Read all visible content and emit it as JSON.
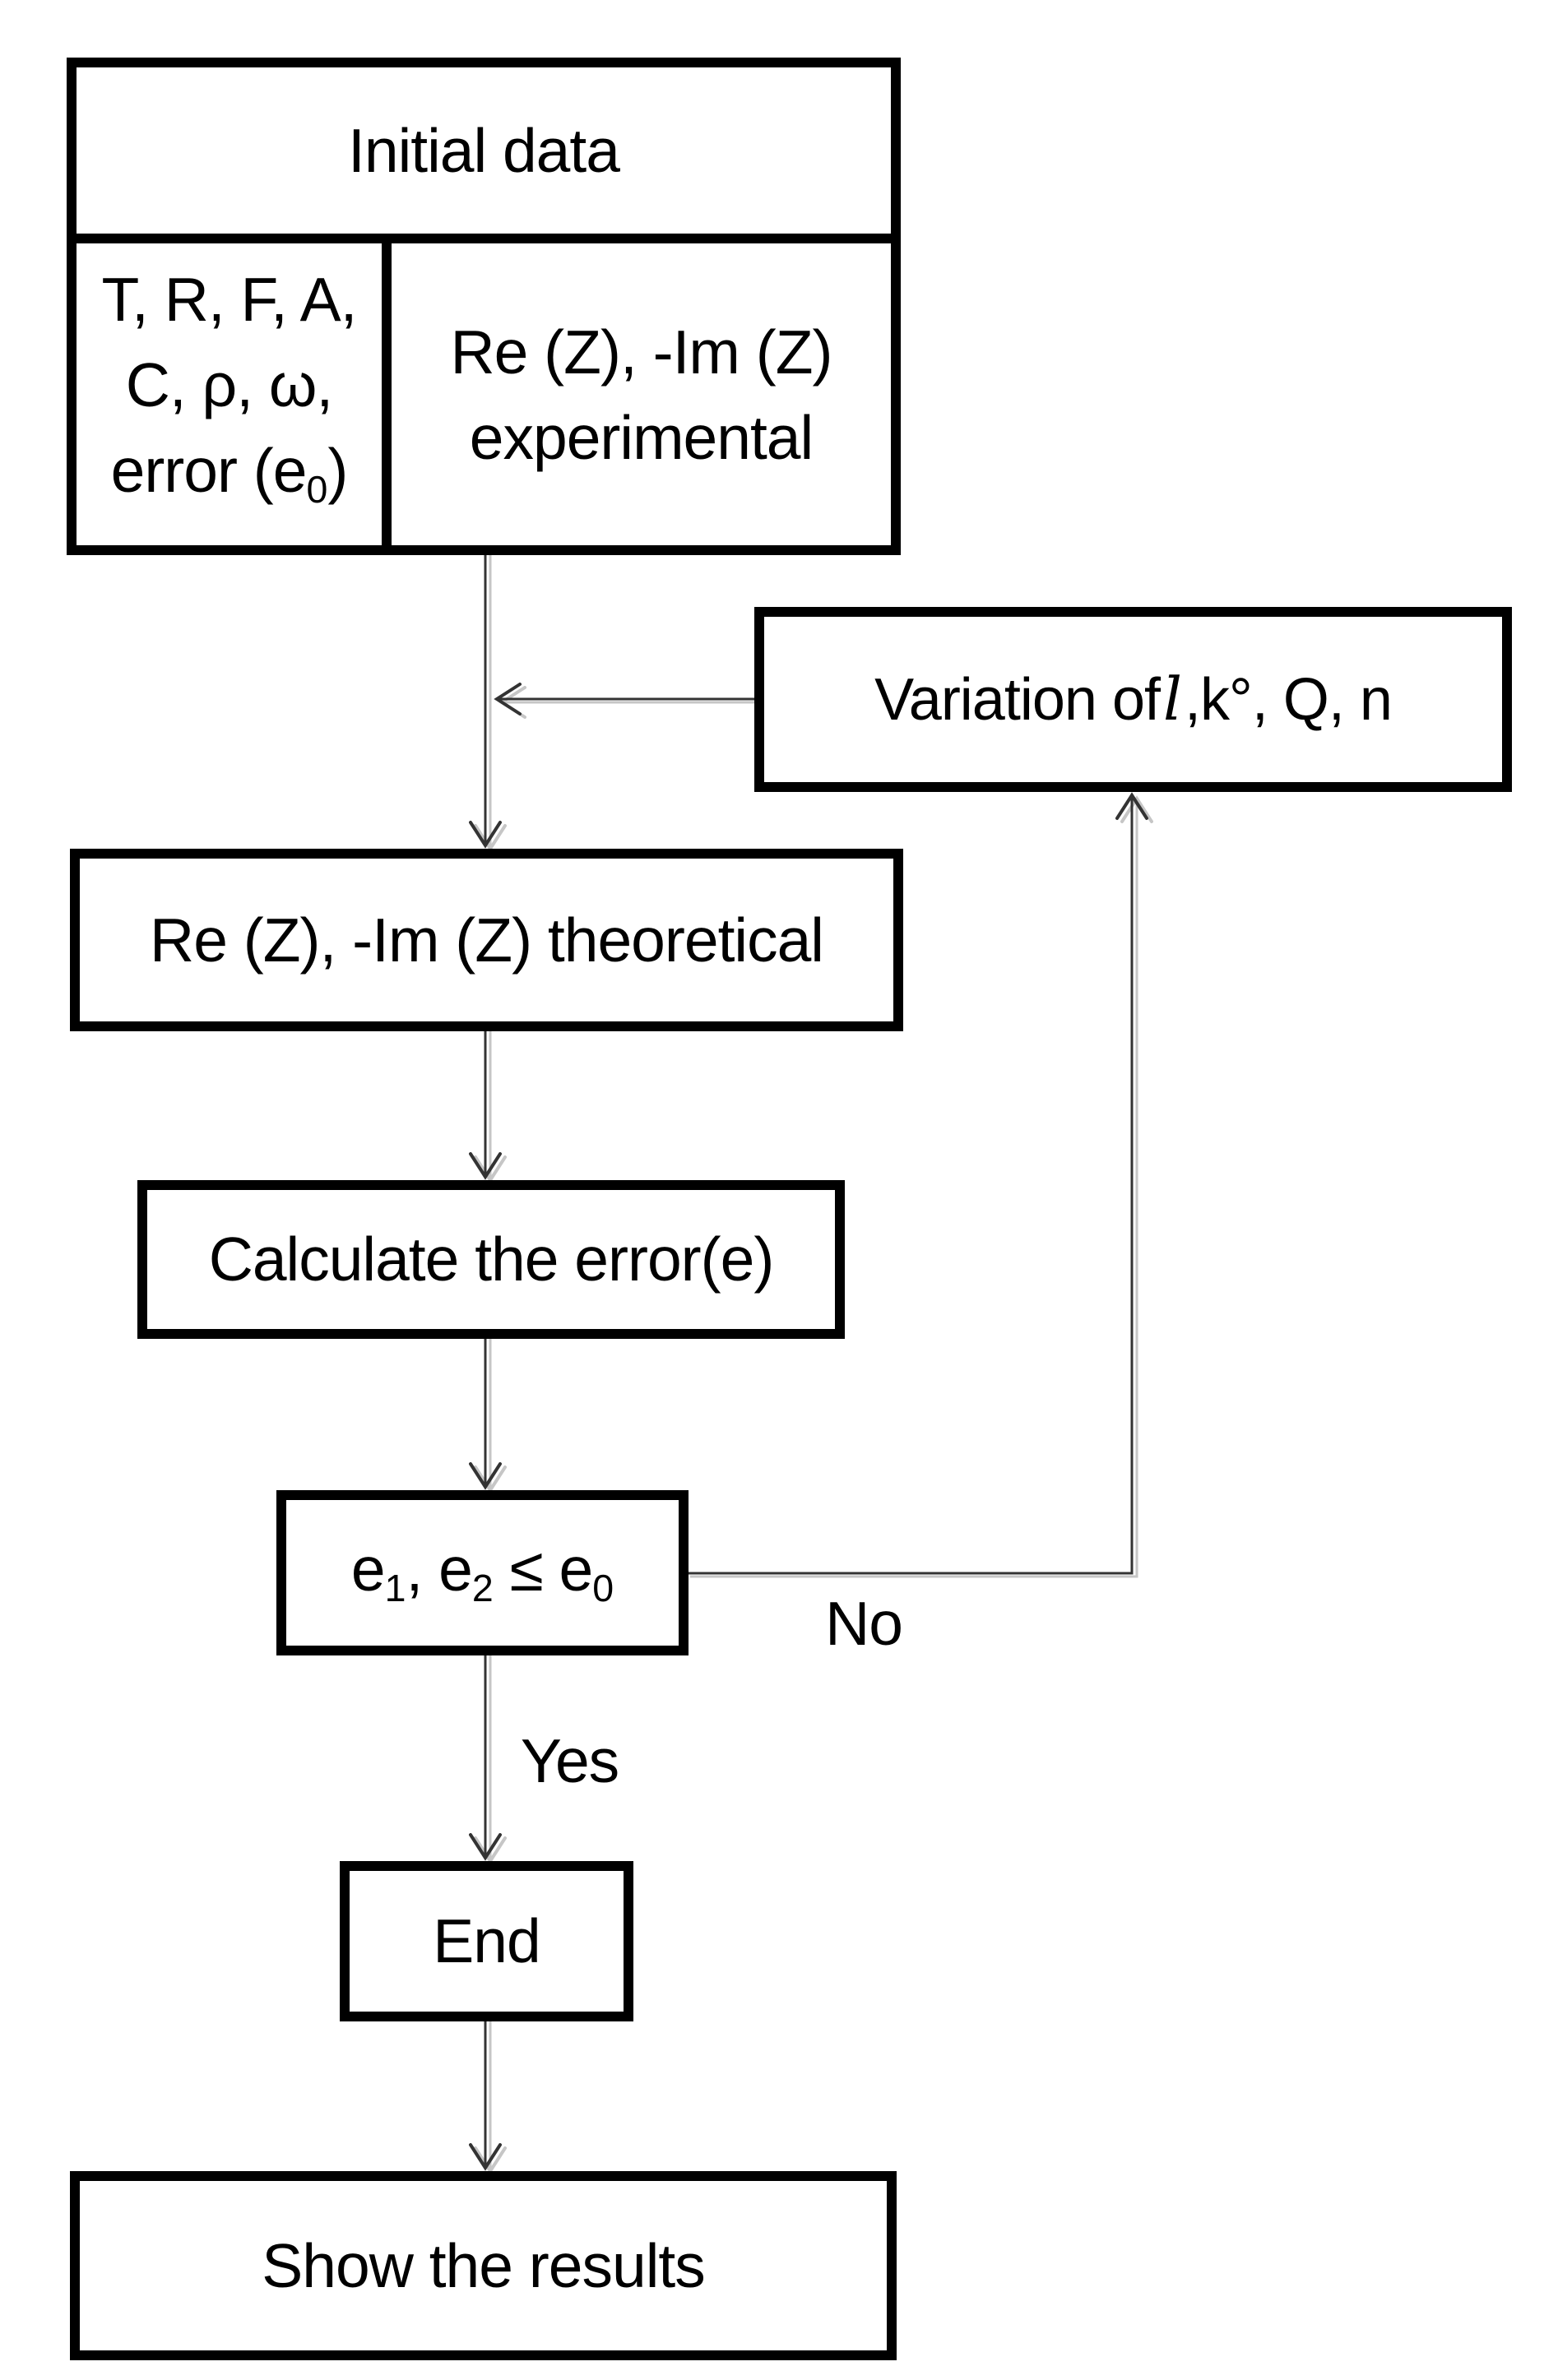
{
  "diagram": {
    "background_color": "#ffffff",
    "box_border_color": "#000000",
    "text_color": "#000000",
    "connector_color": "#333333",
    "connector_shadow_color": "#c6c6c6",
    "nodes": {
      "initial": {
        "header": "Initial data",
        "left_cell_lines": [
          [
            {
              "t": "T, R, F, A,"
            }
          ],
          [
            {
              "t": "C, ρ, ω,"
            }
          ],
          [
            {
              "t": "error (e"
            },
            {
              "t": "0",
              "s": "sub"
            },
            {
              "t": ")"
            }
          ]
        ],
        "right_cell_lines": [
          [
            {
              "t": "Re (Z), -Im (Z)"
            }
          ],
          [
            {
              "t": "experimental"
            }
          ]
        ]
      },
      "variation": {
        "segments": [
          {
            "t": "Variation of"
          },
          {
            "t": "l",
            "s": "math"
          },
          {
            "t": ",k°, Q, n"
          }
        ]
      },
      "theoretical": {
        "label": "Re (Z), -Im (Z) theoretical"
      },
      "calculate": {
        "label": "Calculate the error(e)"
      },
      "decision": {
        "segments": [
          {
            "t": "e"
          },
          {
            "t": "1",
            "s": "sub"
          },
          {
            "t": ", e"
          },
          {
            "t": "2",
            "s": "sub"
          },
          {
            "t": " ≤ e"
          },
          {
            "t": "0",
            "s": "sub"
          }
        ]
      },
      "end": {
        "label": "End"
      },
      "show": {
        "label": "Show the results"
      }
    },
    "edges": [
      {
        "from": "initial",
        "to": "theoretical",
        "label": ""
      },
      {
        "from": "variation",
        "to": "theoretical",
        "label": ""
      },
      {
        "from": "theoretical",
        "to": "calculate",
        "label": ""
      },
      {
        "from": "calculate",
        "to": "decision",
        "label": ""
      },
      {
        "from": "decision",
        "to": "variation",
        "label": "No"
      },
      {
        "from": "decision",
        "to": "end",
        "label": "Yes"
      },
      {
        "from": "end",
        "to": "show",
        "label": ""
      }
    ]
  }
}
